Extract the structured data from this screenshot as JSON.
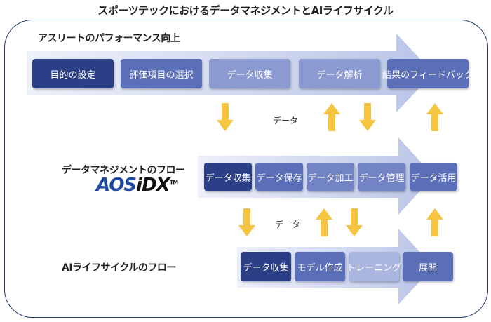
{
  "title": "スポーツテックにおけるデータマネジメントとAIライフサイクル",
  "sections": {
    "athlete": {
      "label": "アスリートのパフォーマンス向上",
      "steps": [
        "目的の設定",
        "評価項目の選択",
        "データ収集",
        "データ解析",
        "結果のフィードバック"
      ]
    },
    "data_management": {
      "label": "データマネジメントのフロー",
      "logo_left": "AOS",
      "logo_right": "iDX",
      "logo_tm": "TM",
      "steps": [
        "データ収集",
        "データ保存",
        "データ加工",
        "データ管理",
        "データ活用"
      ]
    },
    "ai_lifecycle": {
      "label": "AIライフサイクルのフロー",
      "steps": [
        "データ収集",
        "モデル作成",
        "トレーニング",
        "展開"
      ]
    }
  },
  "connector_notes": [
    "データ",
    "データ"
  ],
  "colors": {
    "frame": "#1e3a6e",
    "big_arrow": "#c9d2ea",
    "step_dark": "#2b3f86",
    "step_mid": "#5a6fb8",
    "step_light": "#8b9bd2",
    "yellow_arrow": "#f5c542"
  }
}
